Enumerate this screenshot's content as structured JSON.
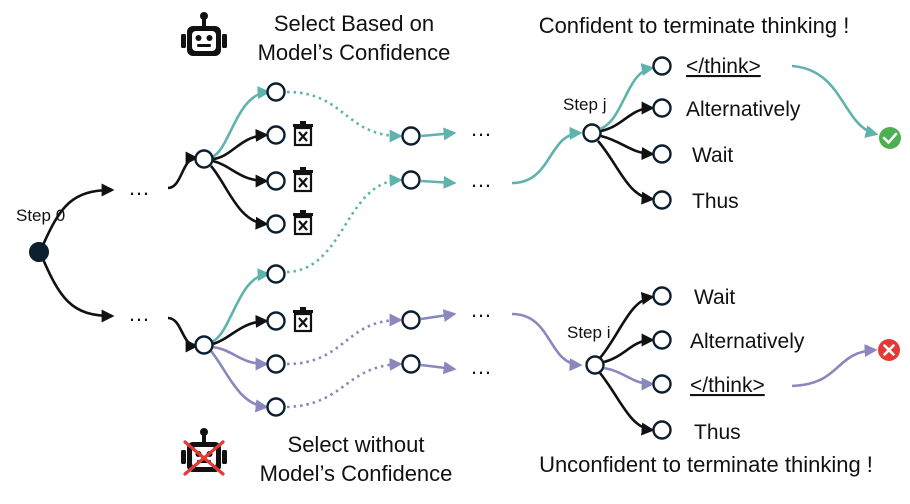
{
  "colors": {
    "black": "#111111",
    "teal": "#5fb3ad",
    "purple": "#8a87bd",
    "node_stroke": "#0c1f2e",
    "success": "#4caf50",
    "failure": "#e53935"
  },
  "icons": {
    "robot": "robot-icon",
    "robot_crossed": "robot-crossed-icon",
    "trash": "trash-icon",
    "check": "check-icon",
    "cross": "cross-icon"
  },
  "top": {
    "heading_line1": "Select Based on",
    "heading_line2": "Model’s Confidence",
    "right_title": "Confident to terminate thinking !",
    "step_label": "Step j",
    "tokens": [
      "</think>",
      "Alternatively",
      "Wait",
      "Thus"
    ]
  },
  "bottom": {
    "heading_line1": "Select without",
    "heading_line2": "Model’s Confidence",
    "right_title": "Unconfident to terminate thinking !",
    "step_label": "Step i",
    "tokens": [
      "Wait",
      "Alternatively",
      "</think>",
      "Thus"
    ]
  },
  "root": {
    "label": "Step 0"
  },
  "ellipsis": "…"
}
